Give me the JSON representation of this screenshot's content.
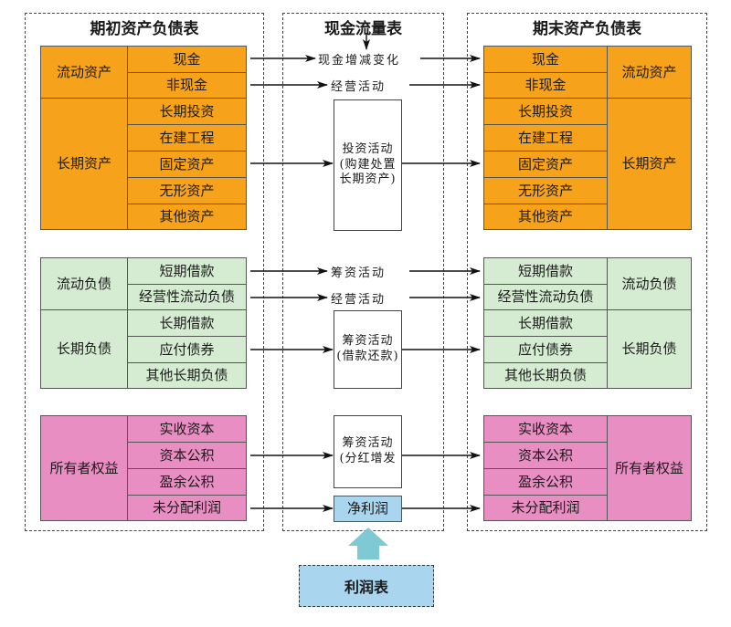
{
  "left_title": "期初资产负债表",
  "middle_title": "现金流量表",
  "right_title": "期末资产负债表",
  "groups": {
    "current_assets": "流动资产",
    "long_term_assets": "长期资产",
    "current_liabilities": "流动负债",
    "long_term_liabilities": "长期负债",
    "owners_equity": "所有者权益"
  },
  "items": {
    "cash": "现金",
    "non_cash": "非现金",
    "lt_investment": "长期投资",
    "construction": "在建工程",
    "fixed_assets": "固定资产",
    "intangible": "无形资产",
    "other_assets": "其他资产",
    "st_loans": "短期借款",
    "operating_liab": "经营性流动负债",
    "lt_loans": "长期借款",
    "bonds": "应付债券",
    "other_lt_liab": "其他长期负债",
    "paid_in_capital": "实收资本",
    "capital_reserve": "资本公积",
    "surplus_reserve": "盈余公积",
    "retained_profit": "未分配利润"
  },
  "flows": {
    "cash_change": "现金增减变化",
    "operating_1": "经营活动",
    "investing_line1": "投资活动",
    "investing_line2": "(购建处置",
    "investing_line3": "长期资产)",
    "financing_1": "筹资活动",
    "operating_2": "经营活动",
    "financing_2_line1": "筹资活动",
    "financing_2_line2": "(借款还款)",
    "financing_3_line1": "筹资活动",
    "financing_3_line2": "(分红增发",
    "net_profit": "净利润"
  },
  "income_statement": "利润表",
  "colors": {
    "assets": "#f6a21a",
    "liabilities": "#d5ecd3",
    "equity": "#e98ec3",
    "net_profit": "#a9d5ef",
    "income_arrow": "#7ec9d3"
  }
}
